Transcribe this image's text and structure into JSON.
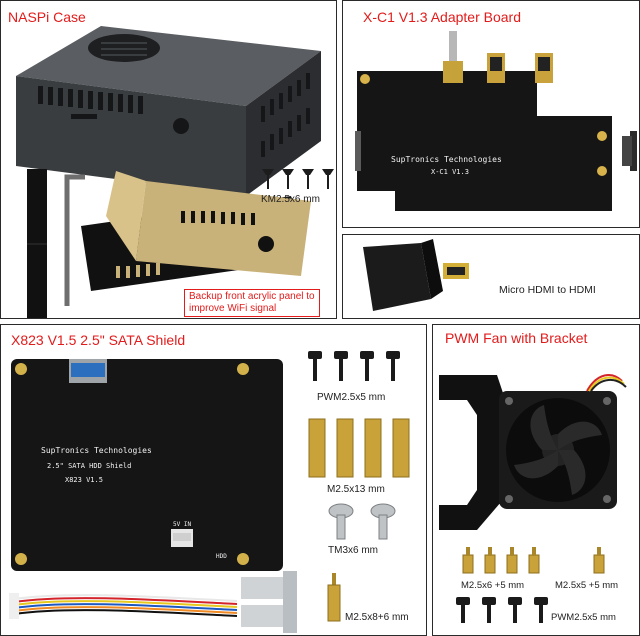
{
  "panels": {
    "naspi_case": {
      "title": "NASPi Case",
      "screw_label": "KM2.5x6 mm",
      "note": [
        "Backup front acrylic panel to",
        "improve WiFi signal"
      ]
    },
    "x_c1_board": {
      "title": "X-C1 V1.3 Adapter Board",
      "pcb_line1": "SupTronics Technologies",
      "pcb_line2": "X-C1 V1.3"
    },
    "hdmi_adapter": {
      "label": "Micro HDMI to HDMI"
    },
    "x823_shield": {
      "title": "X823 V1.5 2.5\" SATA Shield",
      "pcb_line1": "SupTronics Technologies",
      "pcb_line2": "2.5\" SATA HDD Shield",
      "pcb_line3": "X823 V1.5",
      "pcb_5v": "5V IN",
      "pcb_hdd": "HDD",
      "parts": [
        "PWM2.5x5 mm",
        "M2.5x13 mm",
        "TM3x6 mm",
        "M2.5x8+6 mm"
      ]
    },
    "pwm_fan": {
      "title": "PWM Fan with Bracket",
      "parts": [
        "M2.5x6 +5 mm",
        "M2.5x5 +5 mm",
        "PWM2.5x5 mm"
      ]
    }
  },
  "colors": {
    "title_red": "#e31b1b",
    "pcb_black": "#151515",
    "case_gray": "#3a3d40",
    "brass": "#c9a23a"
  }
}
